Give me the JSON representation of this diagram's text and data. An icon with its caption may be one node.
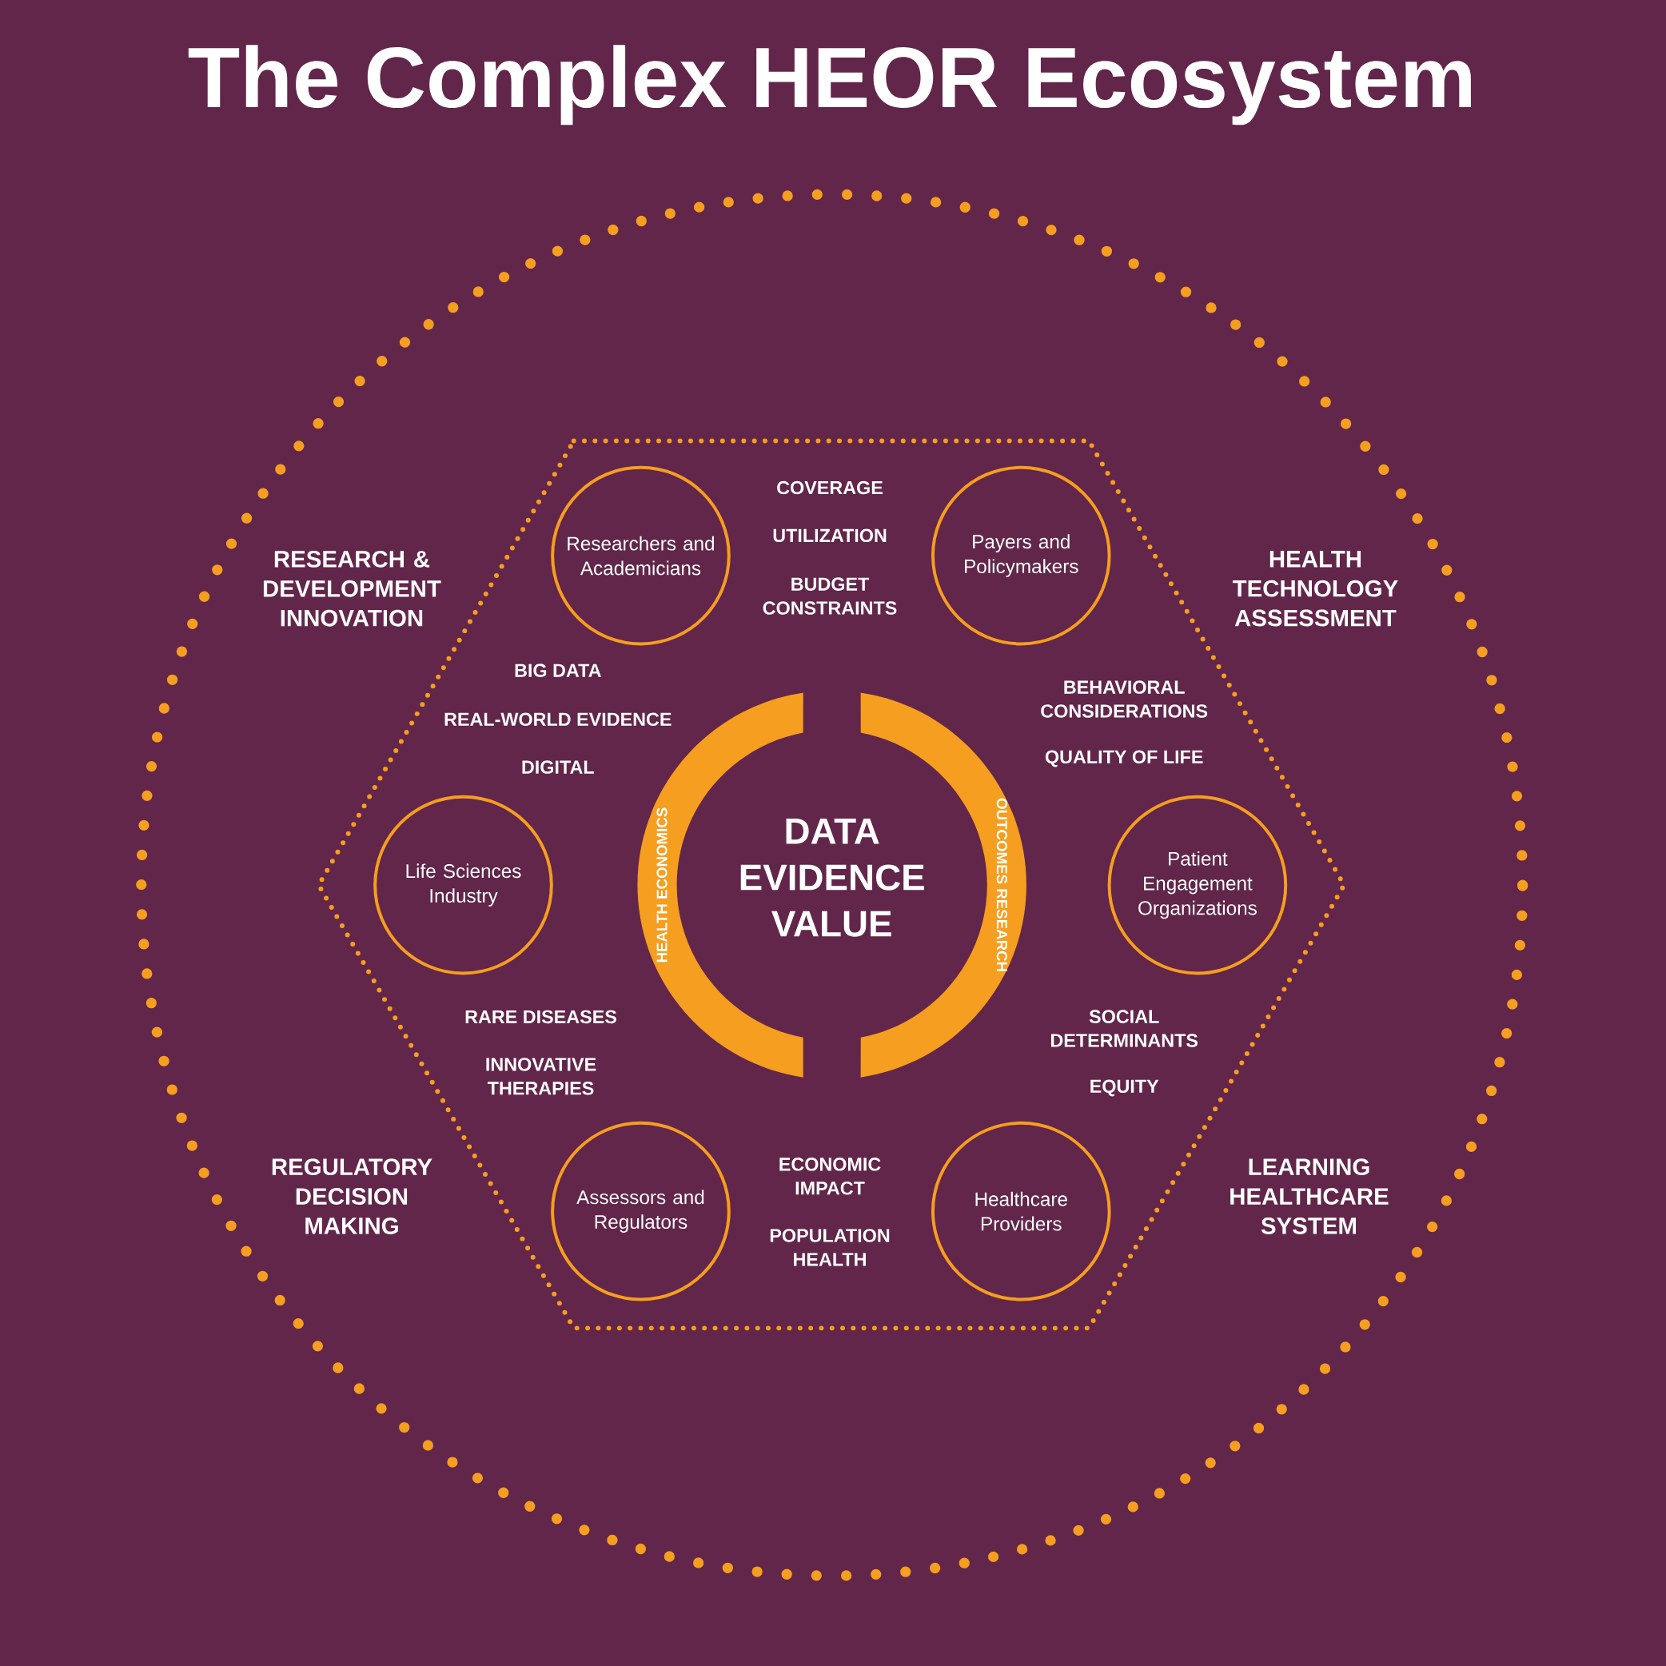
{
  "diagram": {
    "title": "The Complex HEOR Ecosystem",
    "nodes": [
      {
        "text": [
          "Researchers and Academicians"
        ]
      },
      {
        "text": [
          "Payers and Policymakers"
        ]
      },
      {
        "text": [
          "Life Sciences Industry"
        ]
      },
      {
        "text": [
          "Patient Engagement Organizations"
        ]
      },
      {
        "text": [
          "Assessors and Regulators"
        ]
      },
      {
        "text": [
          "Healthcare Providers"
        ]
      },
      {
        "text": [
          "HEALTH ECONOMICS"
        ]
      },
      {
        "text": [
          "OUTCOMES RESEARCH"
        ]
      }
    ],
    "labels": [
      "COVERAGE",
      "UTILIZATION",
      "RESEARCH & DEVELOPMENT INNOVATION",
      "HEALTH TECHNOLOGY ASSESSMENT",
      "BUDGET CONSTRAINTS",
      "BIG DATA",
      "BEHAVIORAL CONSIDERATIONS",
      "REAL-WORLD EVIDENCE",
      "QUALITY OF LIFE",
      "DIGITAL",
      "DATA EVIDENCE VALUE",
      "RARE DISEASES",
      "SOCIAL DETERMINANTS",
      "INNOVATIVE THERAPIES",
      "EQUITY",
      "REGULATORY DECISION MAKING",
      "LEARNING HEALTHCARE SYSTEM",
      "ECONOMIC IMPACT",
      "POPULATION HEALTH"
    ]
  }
}
